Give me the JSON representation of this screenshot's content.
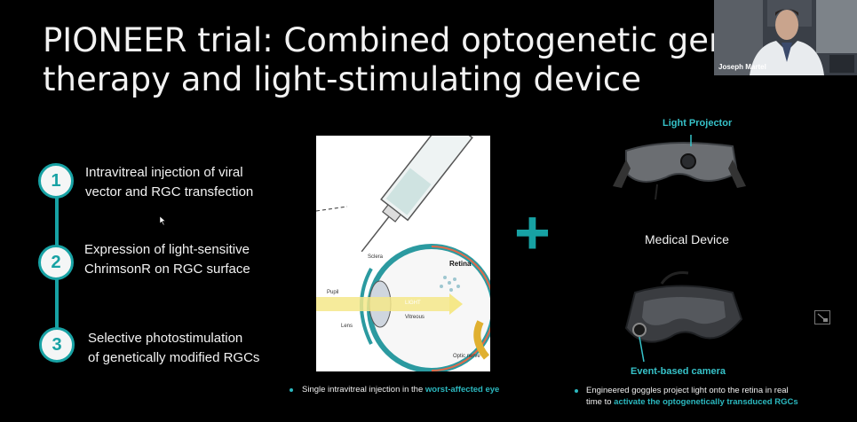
{
  "slide": {
    "title_line1": "PIONEER trial: Combined optogenetic gene",
    "title_line2": "therapy and light-stimulating device"
  },
  "webcam": {
    "presenter_name": "Joseph Martel"
  },
  "steps": [
    {
      "number": "1",
      "line1": "Intravitreal injection of viral",
      "line2": "vector and RGC transfection"
    },
    {
      "number": "2",
      "line1": "Expression of light-sensitive",
      "line2": "ChrimsonR on RGC surface"
    },
    {
      "number": "3",
      "line1": "Selective photostimulation",
      "line2": "of genetically modified RGCs"
    }
  ],
  "eye_diagram": {
    "labels": {
      "sclera": "Sclera",
      "retina": "Retina",
      "pupil": "Pupil",
      "light": "LIGHT",
      "vitreous": "Vitreous",
      "lens": "Lens",
      "optic_nerve": "Optic nerve"
    }
  },
  "device": {
    "light_projector": "Light Projector",
    "medical_device": "Medical Device",
    "event_camera": "Event-based camera"
  },
  "captions": {
    "left_pre": "Single intravitreal injection in the ",
    "left_hl": "worst-affected eye",
    "right_line1": "Engineered goggles project light onto the retina in real",
    "right_line2_pre": "time to ",
    "right_line2_hl": "activate the optogenetically transduced RGCs"
  },
  "colors": {
    "accent": "#17a2a4",
    "background": "#000000"
  }
}
